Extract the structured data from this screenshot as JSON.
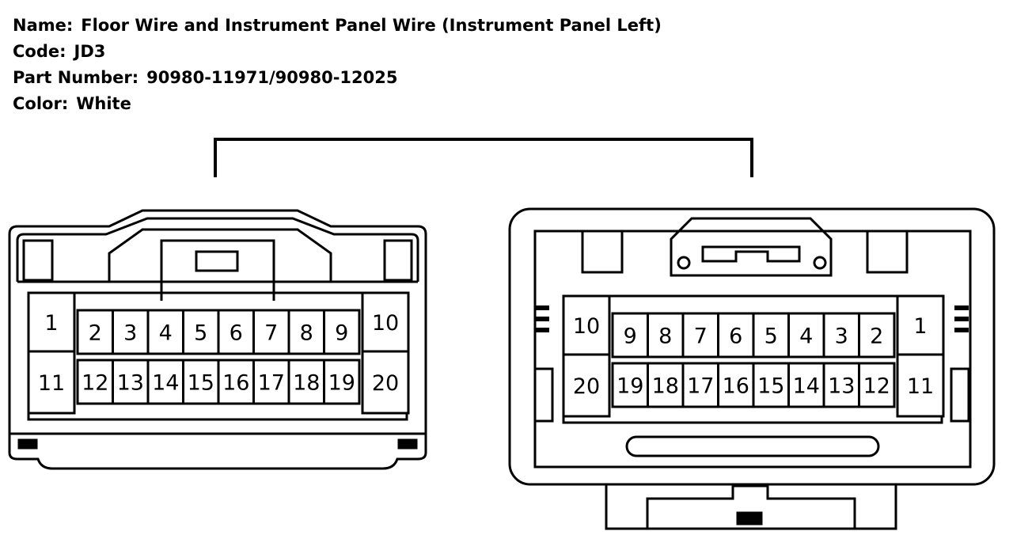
{
  "info": {
    "name_label": "Name:",
    "name_value": "Floor Wire and Instrument Panel Wire (Instrument Panel Left)",
    "code_label": "Code:",
    "code_value": "JD3",
    "part_label": "Part Number:",
    "part_value": "90980-11971/90980-12025",
    "color_label": "Color:",
    "color_value": "White"
  },
  "left_connector": {
    "top_row": [
      "1",
      "2",
      "3",
      "4",
      "5",
      "6",
      "7",
      "8",
      "9",
      "10"
    ],
    "bottom_row": [
      "11",
      "12",
      "13",
      "14",
      "15",
      "16",
      "17",
      "18",
      "19",
      "20"
    ]
  },
  "right_connector": {
    "top_row": [
      "10",
      "9",
      "8",
      "7",
      "6",
      "5",
      "4",
      "3",
      "2",
      "1"
    ],
    "bottom_row": [
      "20",
      "19",
      "18",
      "17",
      "16",
      "15",
      "14",
      "13",
      "12",
      "11"
    ]
  }
}
